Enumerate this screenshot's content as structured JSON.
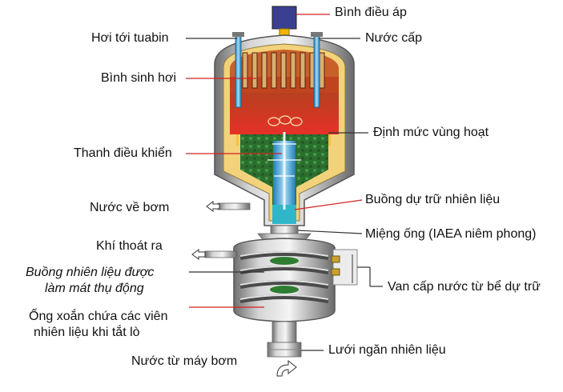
{
  "labels": {
    "pressurizer": "Bình điều áp",
    "steam_to_turbine": "Hơi tới tuabin",
    "feed_water": "Nước cấp",
    "steam_generator": "Bình sinh hơi",
    "core_level": "Định mức vùng hoạt",
    "control_rod": "Thanh điều khiển",
    "water_to_pump": "Nước về bơm",
    "fuel_reserve_chamber": "Buồng dự trữ nhiên liệu",
    "nozzle_iaea_seal": "Miệng ống (IAEA niêm phong)",
    "gas_outlet": "Khí thoát ra",
    "passive_cooled_chamber_line1": "Buồng nhiên liệu được",
    "passive_cooled_chamber_line2": "làm mát thụ động",
    "reserve_tank_valve": "Van cấp nước từ bể dự trữ",
    "coil_tube_line1": "Ống xoắn chứa các viên",
    "coil_tube_line2": "nhiên liệu khi tắt lò",
    "fuel_screen": "Lưới ngăn nhiên liệu",
    "water_from_pump": "Nước từ máy bơm"
  },
  "colors": {
    "vessel_steel": "#9a9a9a",
    "liner": "#f2d27a",
    "hot_zone": "#e4312b",
    "steam_space": "#c8602a",
    "core": "#2e7d32",
    "fuel_blue": "#3aa7d8",
    "pressurizer": "#3b3f8f",
    "leader_line": "#d22020"
  }
}
